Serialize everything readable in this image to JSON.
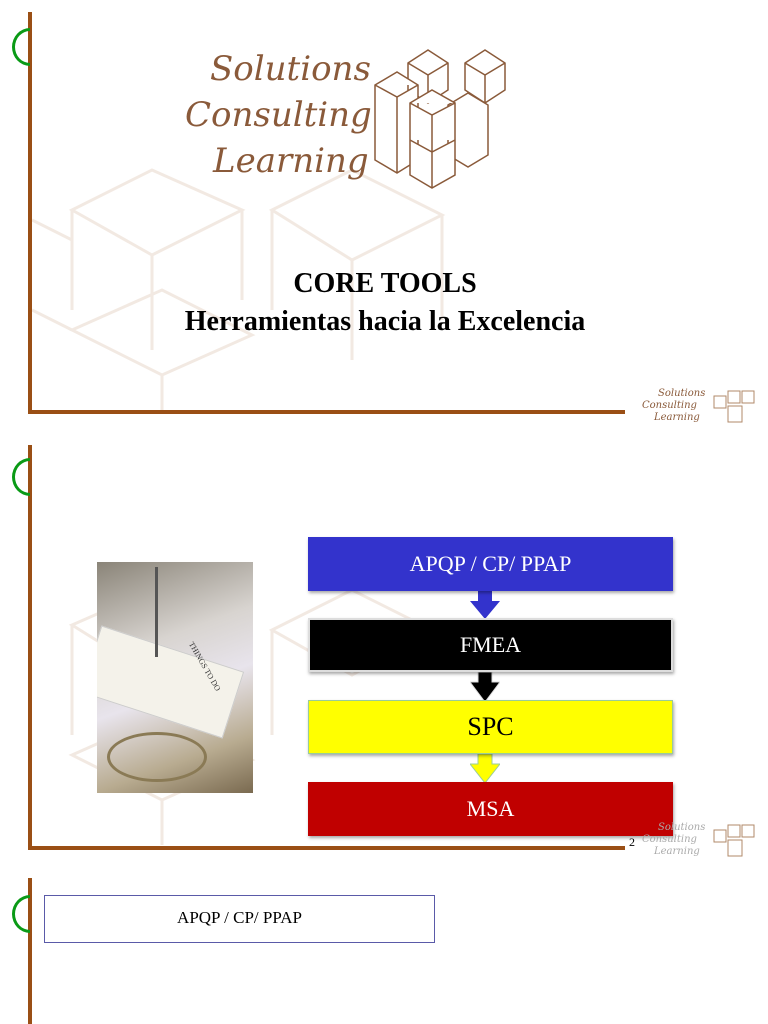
{
  "slide1": {
    "logo": {
      "line1": "Solutions",
      "line2": "Consulting",
      "line3": "Learning"
    },
    "title": "CORE TOOLS",
    "subtitle": "Herramientas hacia la Excelencia"
  },
  "slide2": {
    "image_caption": "THINGS TO DO",
    "flow": [
      {
        "label": "APQP / CP/ PPAP",
        "color": "#3333cc",
        "text_color": "#ffffff"
      },
      {
        "label": "FMEA",
        "color": "#000000",
        "text_color": "#ffffff"
      },
      {
        "label": "SPC",
        "color": "#ffff00",
        "text_color": "#000000"
      },
      {
        "label": "MSA",
        "color": "#c00000",
        "text_color": "#ffffff"
      }
    ],
    "page_number": "2"
  },
  "slide3": {
    "heading_box": "APQP / CP/ PPAP"
  },
  "colors": {
    "frame": "#9a4f15",
    "arc": "#0a9a16"
  }
}
